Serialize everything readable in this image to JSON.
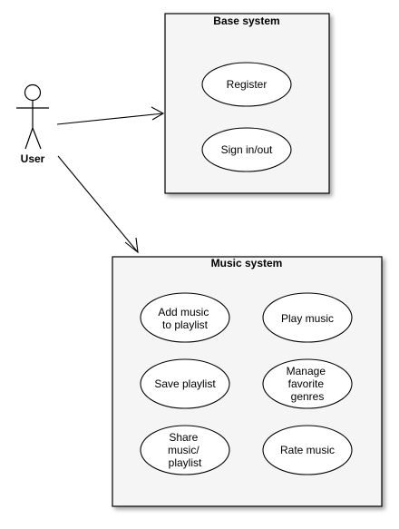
{
  "actor": {
    "label": "User"
  },
  "base_system": {
    "title": "Base system",
    "use_cases": [
      {
        "lines": [
          "Register"
        ]
      },
      {
        "lines": [
          "Sign in/out"
        ]
      }
    ]
  },
  "music_system": {
    "title": "Music system",
    "use_cases": [
      {
        "lines": [
          "Add music",
          "to playlist"
        ]
      },
      {
        "lines": [
          "Play music"
        ]
      },
      {
        "lines": [
          "Save playlist"
        ]
      },
      {
        "lines": [
          "Manage",
          "favorite",
          "genres"
        ]
      },
      {
        "lines": [
          "Share",
          "music/",
          "playlist"
        ]
      },
      {
        "lines": [
          "Rate music"
        ]
      }
    ]
  },
  "colors": {
    "box_fill": "#f5f5f5",
    "stroke": "#000000",
    "shadow": "#9a9a9a"
  }
}
